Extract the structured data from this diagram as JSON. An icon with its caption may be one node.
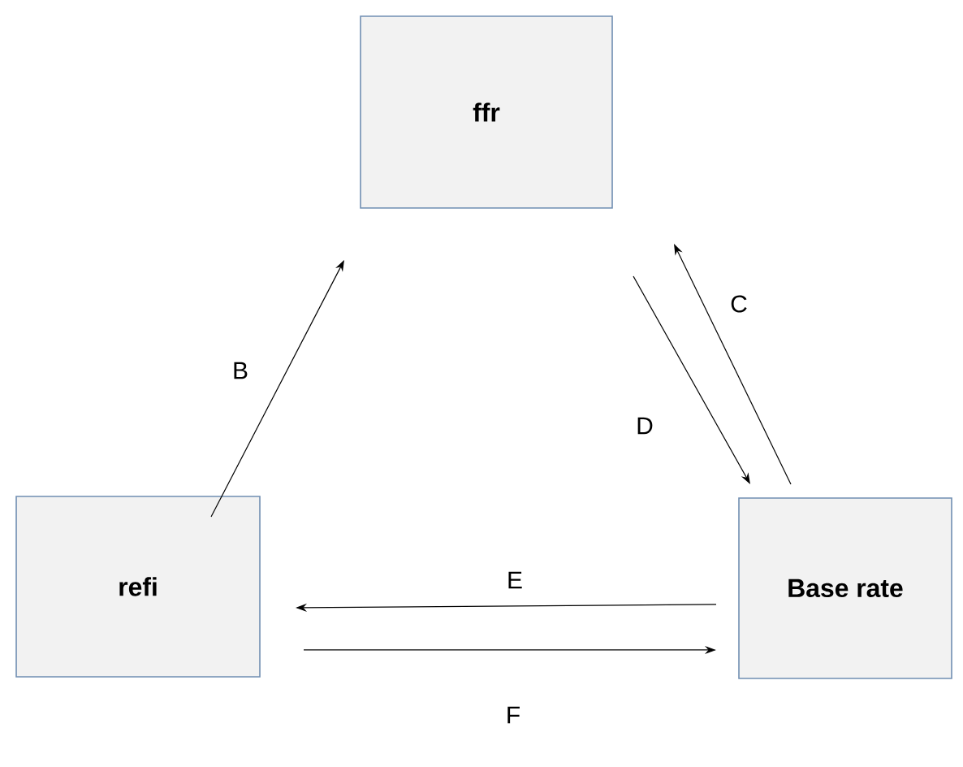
{
  "diagram": {
    "nodes": [
      {
        "text": [
          "ffr"
        ]
      },
      {
        "text": [
          "refi"
        ]
      },
      {
        "text": [
          "Base rate"
        ]
      }
    ],
    "edges": [
      {
        "from": 1,
        "to": 0,
        "arrow": "to",
        "label": "B"
      },
      {
        "from": 2,
        "to": 0,
        "arrow": "to",
        "label": "C"
      },
      {
        "from": 0,
        "to": 2,
        "arrow": "to",
        "label": "D"
      },
      {
        "from": 2,
        "to": 1,
        "arrow": "to",
        "label": "E"
      },
      {
        "from": 1,
        "to": 2,
        "arrow": "to",
        "label": "F"
      }
    ]
  }
}
